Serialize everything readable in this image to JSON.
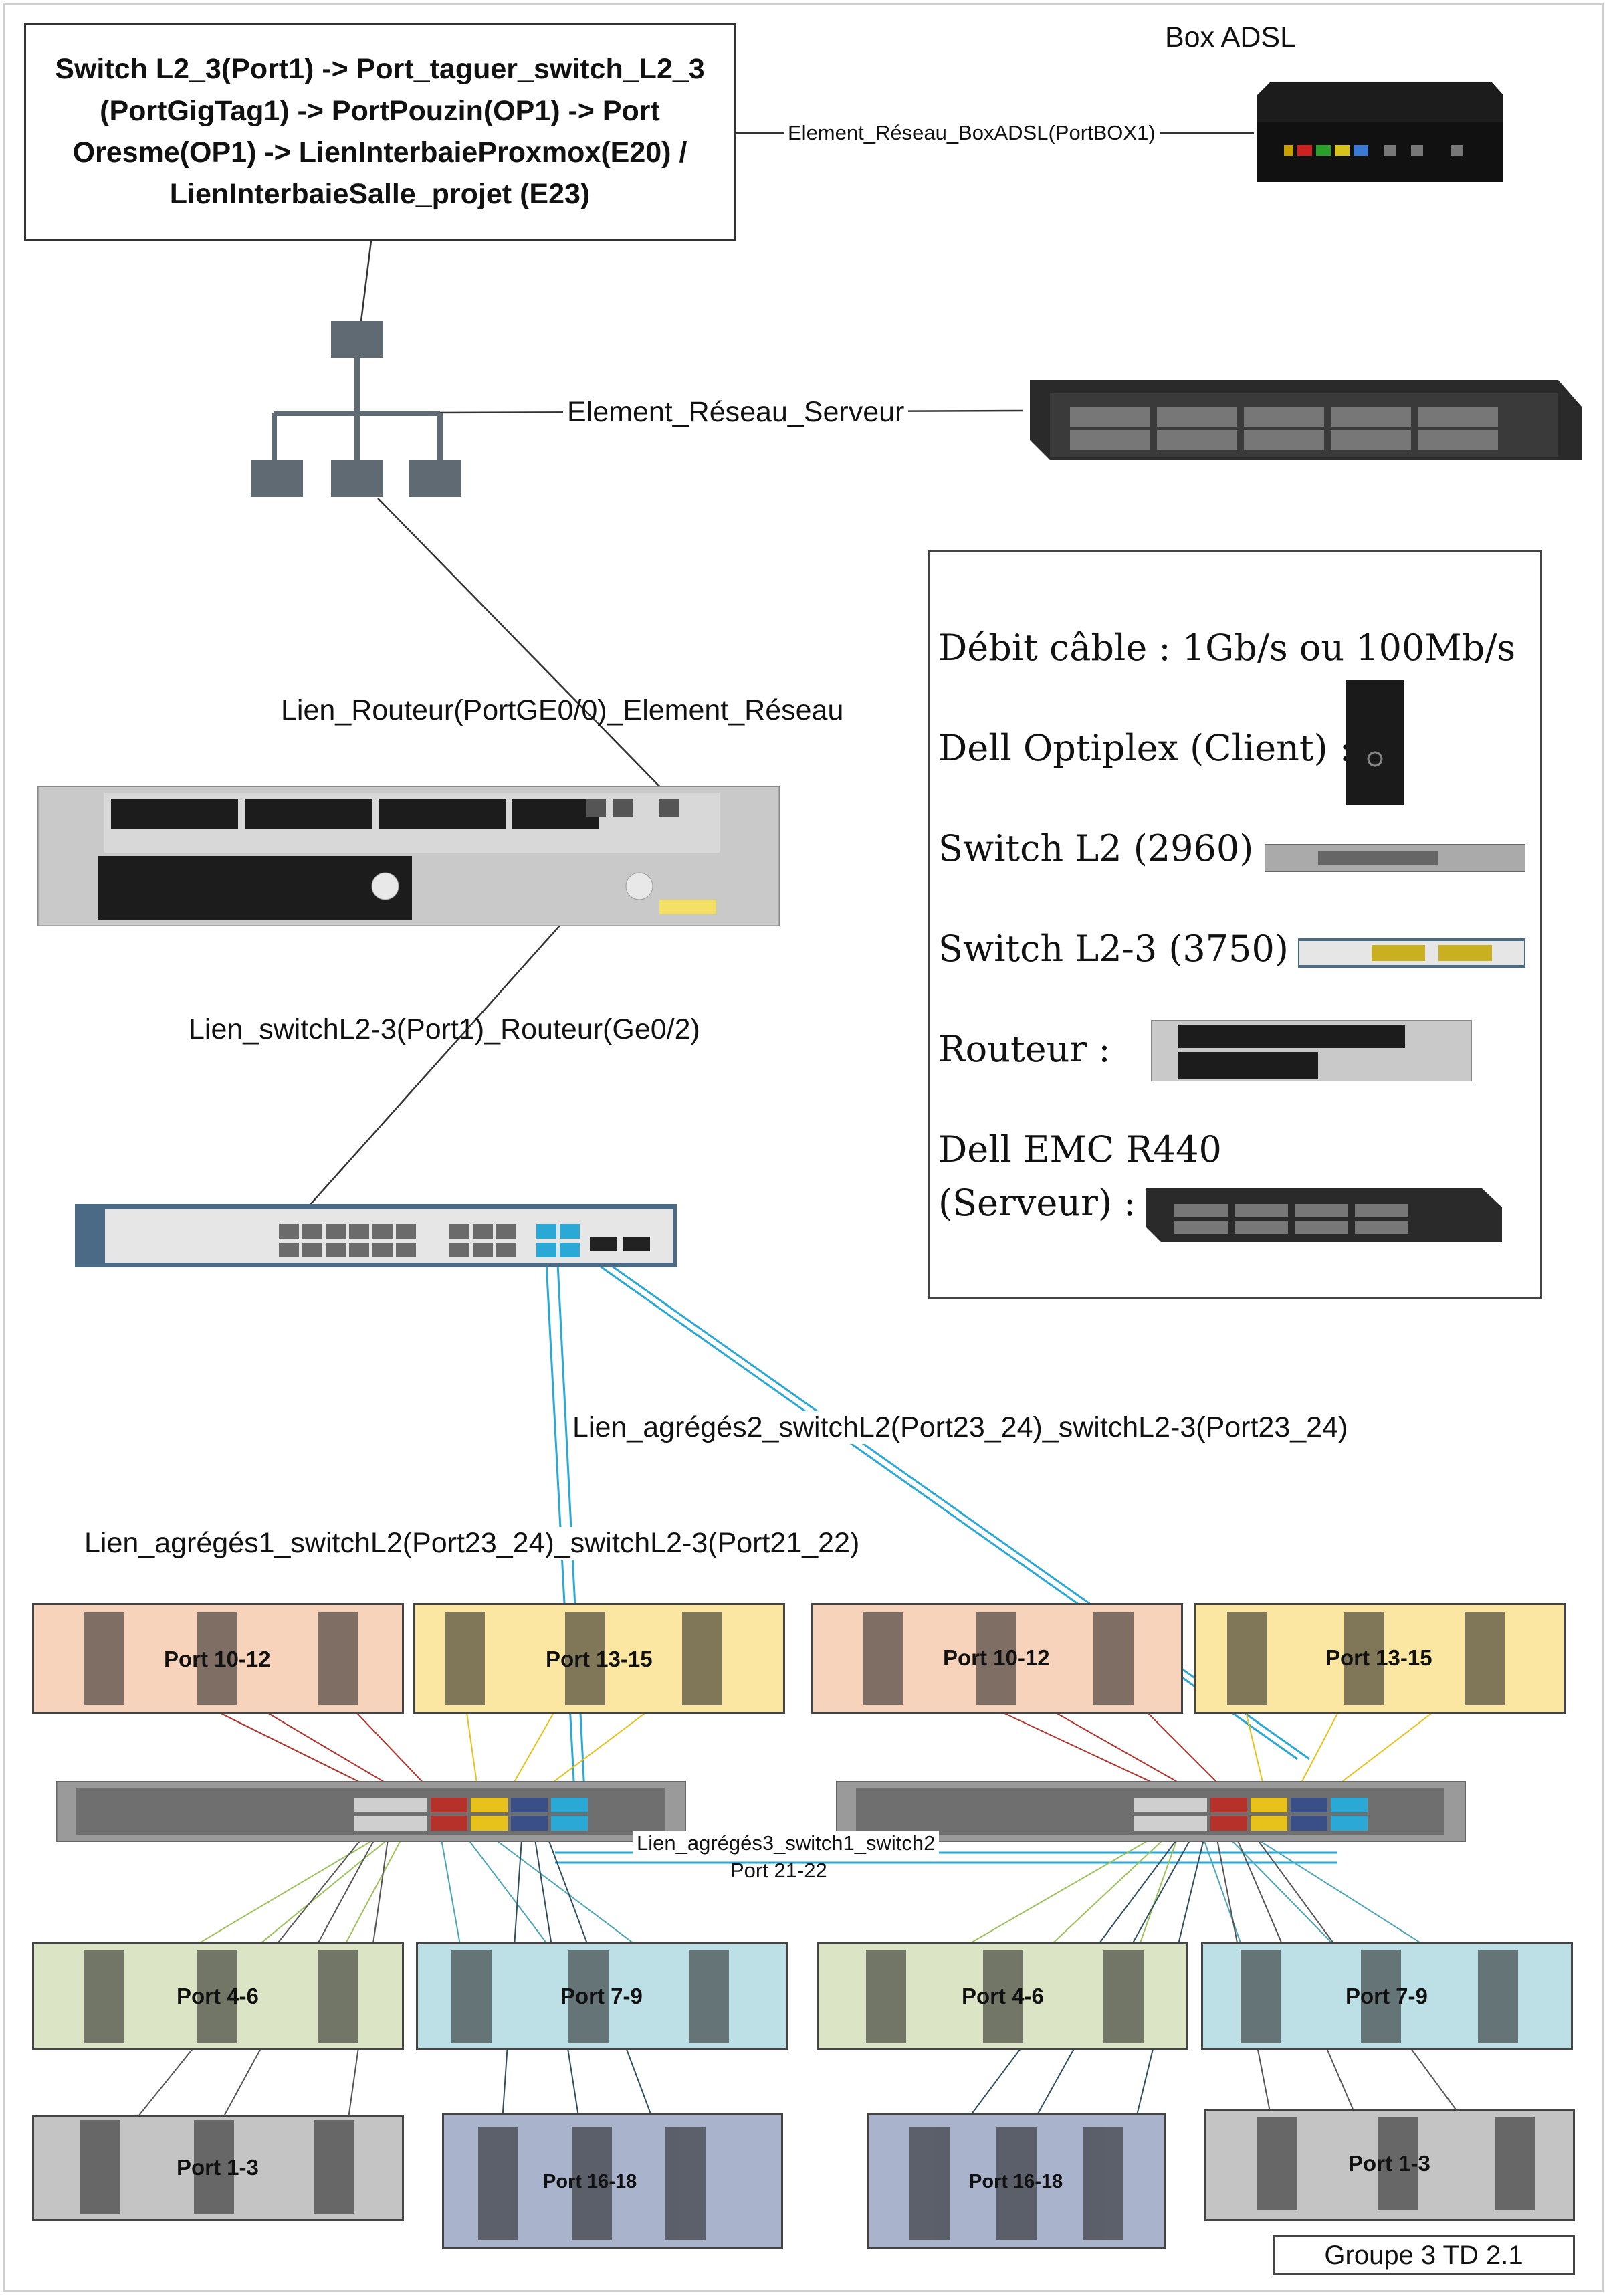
{
  "top_box": {
    "text": "Switch L2_3(Port1) -> Port_taguer_switch_L2_3\n(PortGigTag1) -> PortPouzin(OP1) -> Port\nOresme(OP1) -> LienInterbaieProxmox(E20) /\nLienInterbaieSalle_projet (E23)"
  },
  "box_adsl_title": "Box ADSL",
  "links": {
    "box_adsl": "Element_Réseau_BoxADSL(PortBOX1)",
    "server": "Element_Réseau_Serveur",
    "router_element": "Lien_Routeur(PortGE0/0)_Element_Réseau",
    "switch_router": "Lien_switchL2-3(Port1)_Routeur(Ge0/2)",
    "aggregated2": "Lien_agrégés2_switchL2(Port23_24)_switchL2-3(Port23_24)",
    "aggregated1": "Lien_agrégés1_switchL2(Port23_24)_switchL2-3(Port21_22)",
    "aggregated3_line1": "Lien_agrégés3_switch1_switch2",
    "aggregated3_line2": "Port 21-22"
  },
  "legend": {
    "rows": [
      "Débit câble : 1Gb/s ou 100Mb/s",
      "Dell Optiplex (Client) :",
      "Switch L2 (2960) :",
      "Switch L2-3 (3750) :",
      "Routeur :",
      "Dell EMC R440",
      "(Serveur) :"
    ]
  },
  "groups": {
    "left": [
      {
        "label": "Port 10-12",
        "color": "#f8d3bc"
      },
      {
        "label": "Port 13-15",
        "color": "#fbe6a2"
      },
      {
        "label": "Port 4-6",
        "color": "#dbe4c4"
      },
      {
        "label": "Port 7-9",
        "color": "#bde0e6"
      },
      {
        "label": "Port 1-3",
        "color": "#c4c4c4"
      },
      {
        "label": "Port 16-18",
        "color": "#a9b3cb"
      }
    ],
    "right": [
      {
        "label": "Port 10-12",
        "color": "#f8d3bc"
      },
      {
        "label": "Port 13-15",
        "color": "#fbe6a2"
      },
      {
        "label": "Port 4-6",
        "color": "#dbe4c4"
      },
      {
        "label": "Port 7-9",
        "color": "#bde0e6"
      },
      {
        "label": "Port 16-18",
        "color": "#a9b3cb"
      },
      {
        "label": "Port 1-3",
        "color": "#c4c4c4"
      }
    ]
  },
  "footer": "Groupe 3 TD 2.1",
  "colors": {
    "link_blue": "#2aa9d6",
    "link_red": "#b5312a",
    "link_yellow": "#e8c21a",
    "link_green": "#9cc35a",
    "link_gray": "#555555",
    "link_teal": "#4aa6b8",
    "link_navy": "#2f4f5f"
  }
}
